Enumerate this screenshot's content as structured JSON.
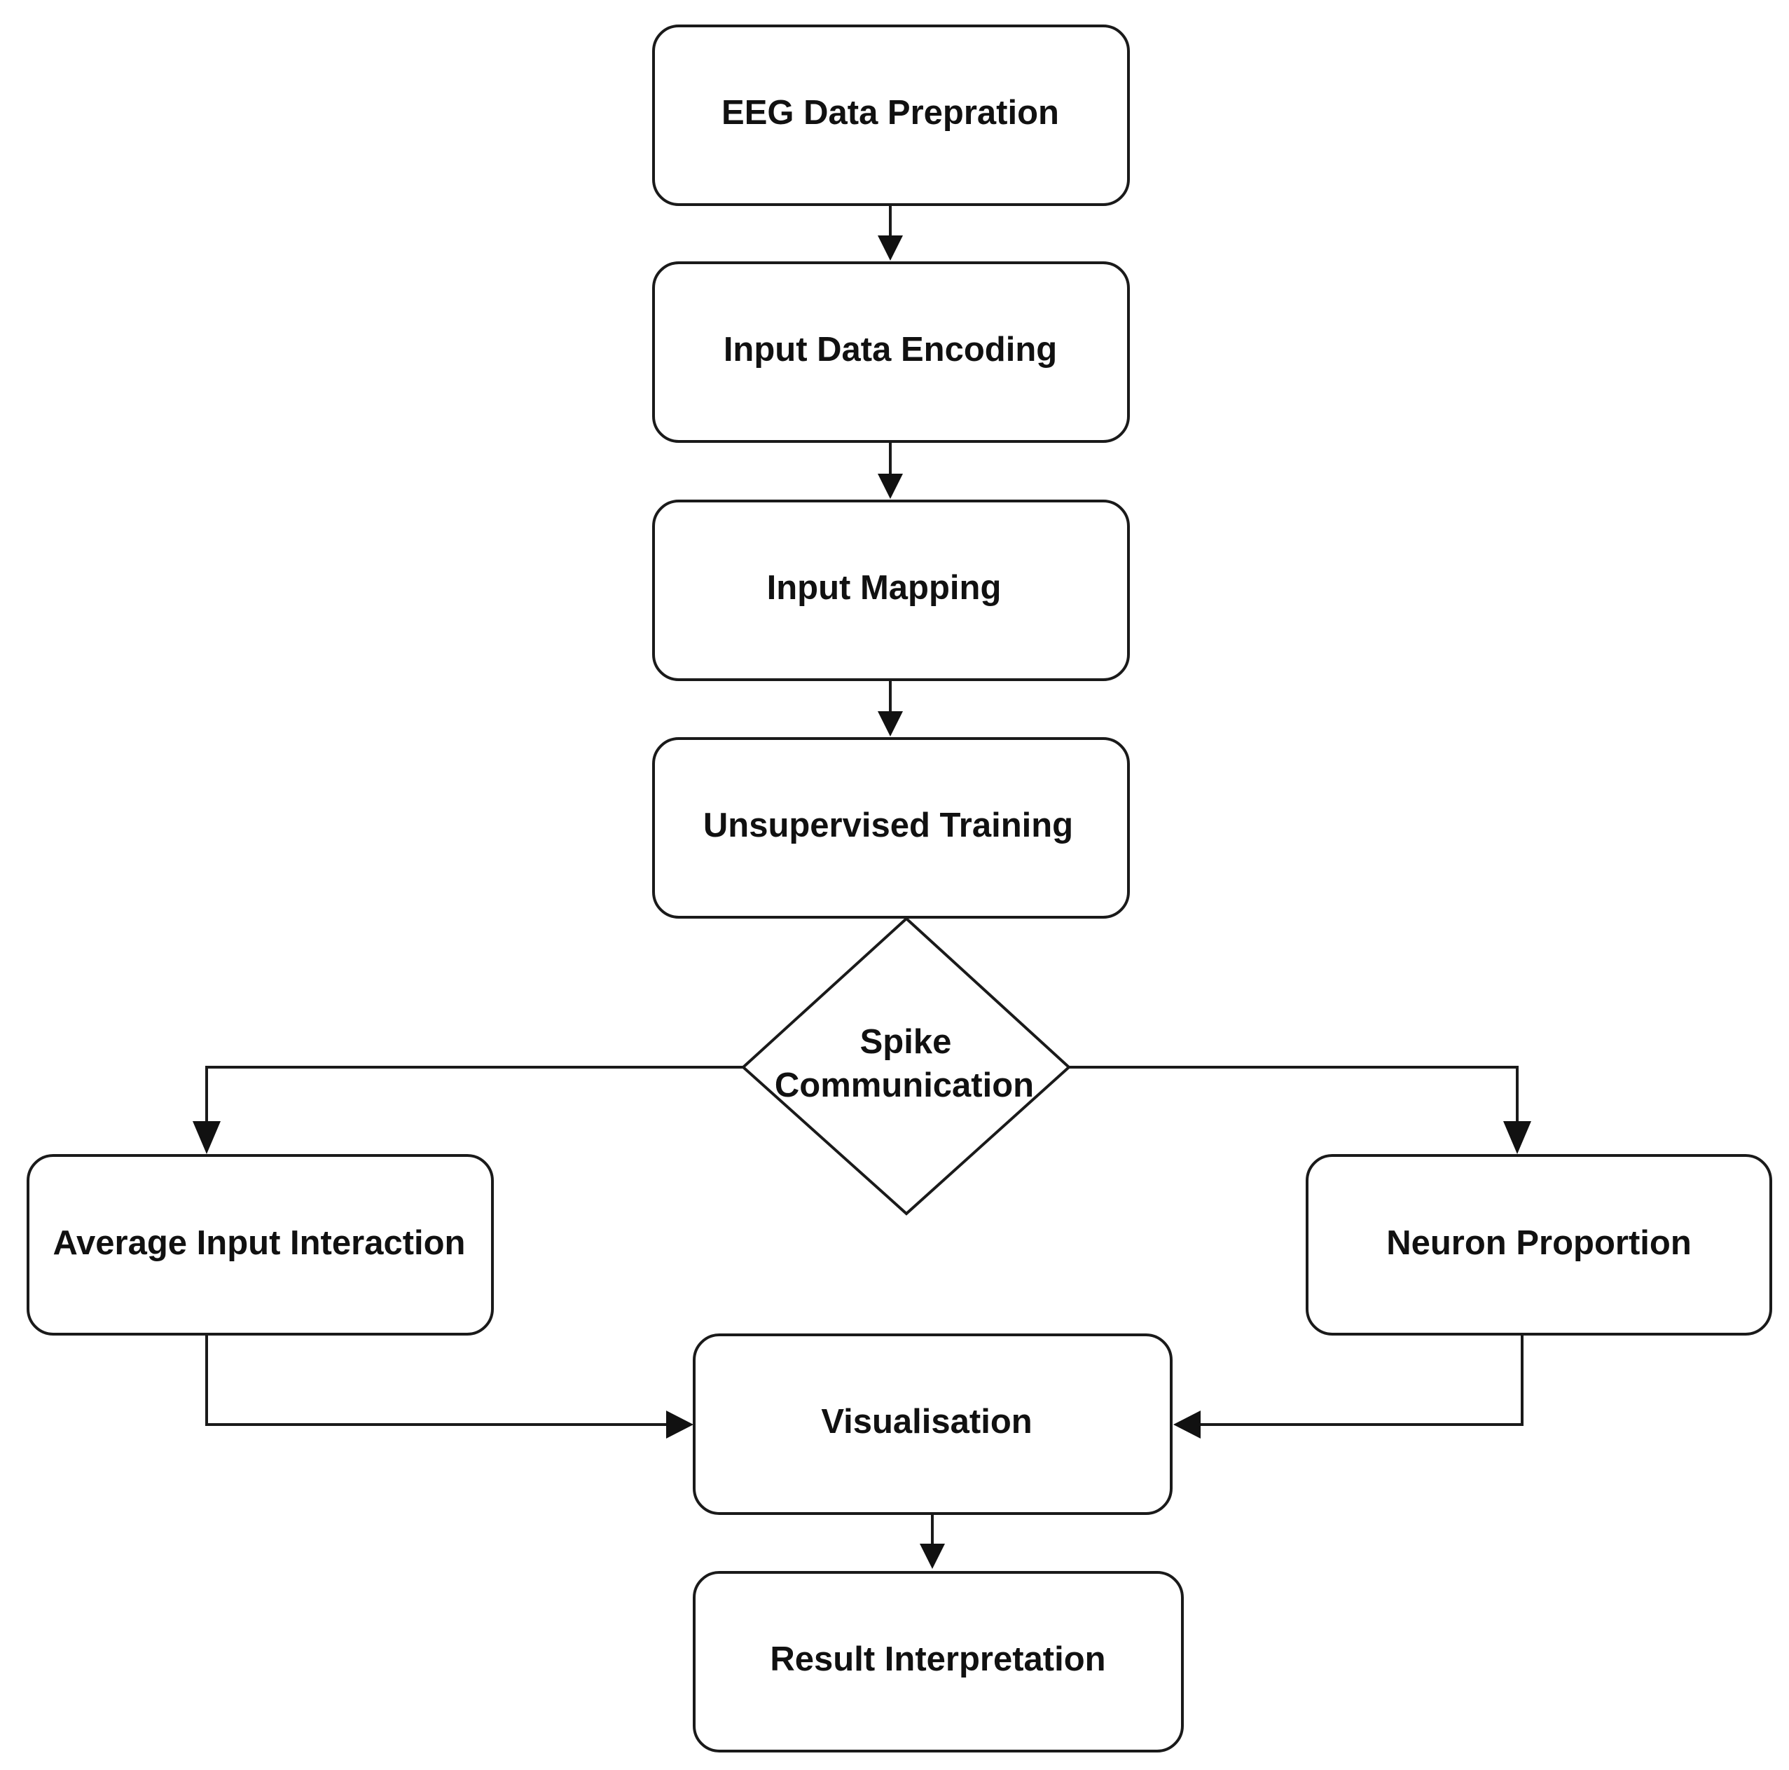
{
  "diagram": {
    "nodes": {
      "eeg_prep": "EEG Data Prepration",
      "input_encoding": "Input Data Encoding",
      "input_mapping": "Input Mapping",
      "unsupervised_training": "Unsupervised Training",
      "spike_line1": "Spike",
      "spike_line2": "Communication",
      "avg_input": "Average Input Interaction",
      "neuron_proportion": "Neuron Proportion",
      "visualisation": "Visualisation",
      "result_interpretation": "Result Interpretation"
    }
  }
}
